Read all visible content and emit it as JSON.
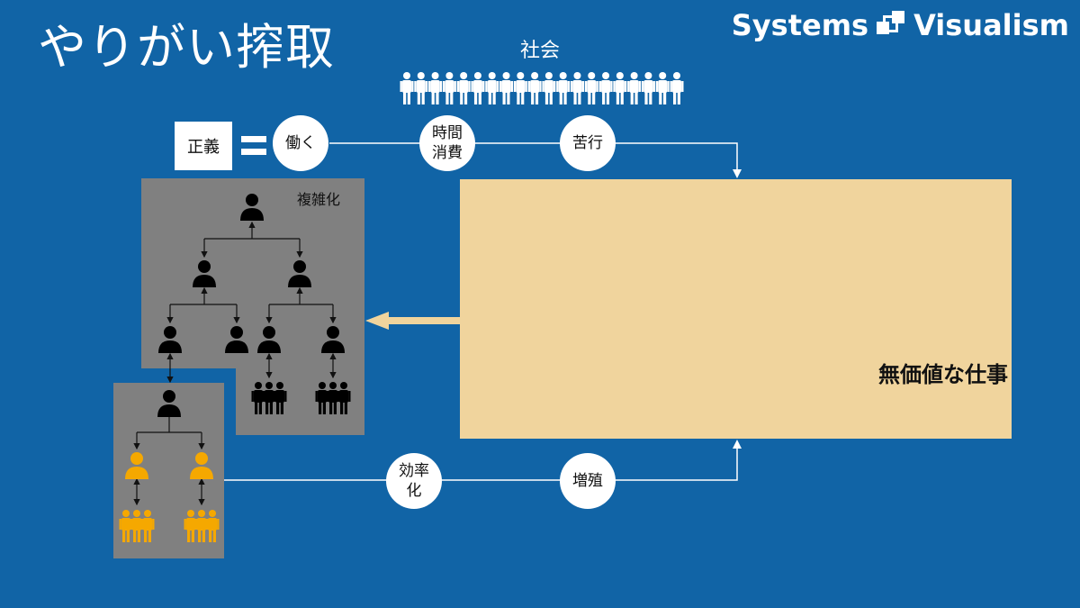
{
  "header": {
    "title": "やりがい搾取",
    "brand_left": "Systems",
    "brand_right": "Visualism"
  },
  "society": {
    "label": "社会",
    "icon": "crowd-people-icon"
  },
  "top_flow": {
    "justice_label": "正義",
    "equals_icon": "equals-icon",
    "work_label": "働く",
    "time_label": "時間\n消費",
    "suffering_label": "苦行"
  },
  "bottom_flow": {
    "efficiency_label": "効率\n化",
    "growth_label": "増殖"
  },
  "hierarchy": {
    "label": "複雑化",
    "person_icon": "person-icon",
    "group_icon": "people-group-icon"
  },
  "main_box": {
    "label": "無価値な仕事"
  },
  "colors": {
    "background": "#1164a6",
    "main_box": "#f0d49d",
    "panel": "#808080",
    "person_black": "#000000",
    "person_orange": "#f5a800",
    "crowd": "#ffffff"
  }
}
